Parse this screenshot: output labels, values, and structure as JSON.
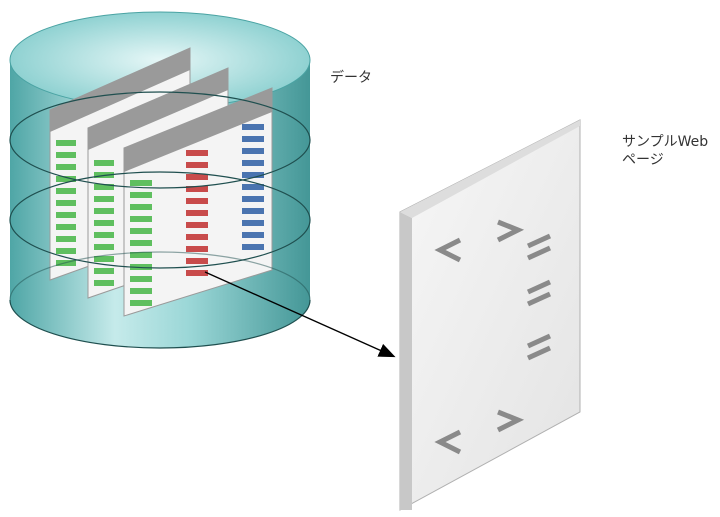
{
  "labels": {
    "data": "データ",
    "web_page_line1": "サンプルWeb",
    "web_page_line2": "ページ"
  },
  "colors": {
    "cylinder_light": "#c9ecec",
    "cylinder_dark": "#2f8f8f",
    "sheet_header": "#9a9a9a",
    "sheet_body": "#f4f4f4",
    "green_column": "#5fbf5f",
    "red_column": "#c84b4b",
    "blue_column": "#4a74b0",
    "page_face": "#efefef",
    "page_side": "#c8c8c8",
    "glyph": "#8a8a8a",
    "arrow": "#000000"
  },
  "page_glyphs": [
    "angle-brackets",
    "text-lines",
    "text-lines",
    "text-lines",
    "angle-brackets"
  ]
}
